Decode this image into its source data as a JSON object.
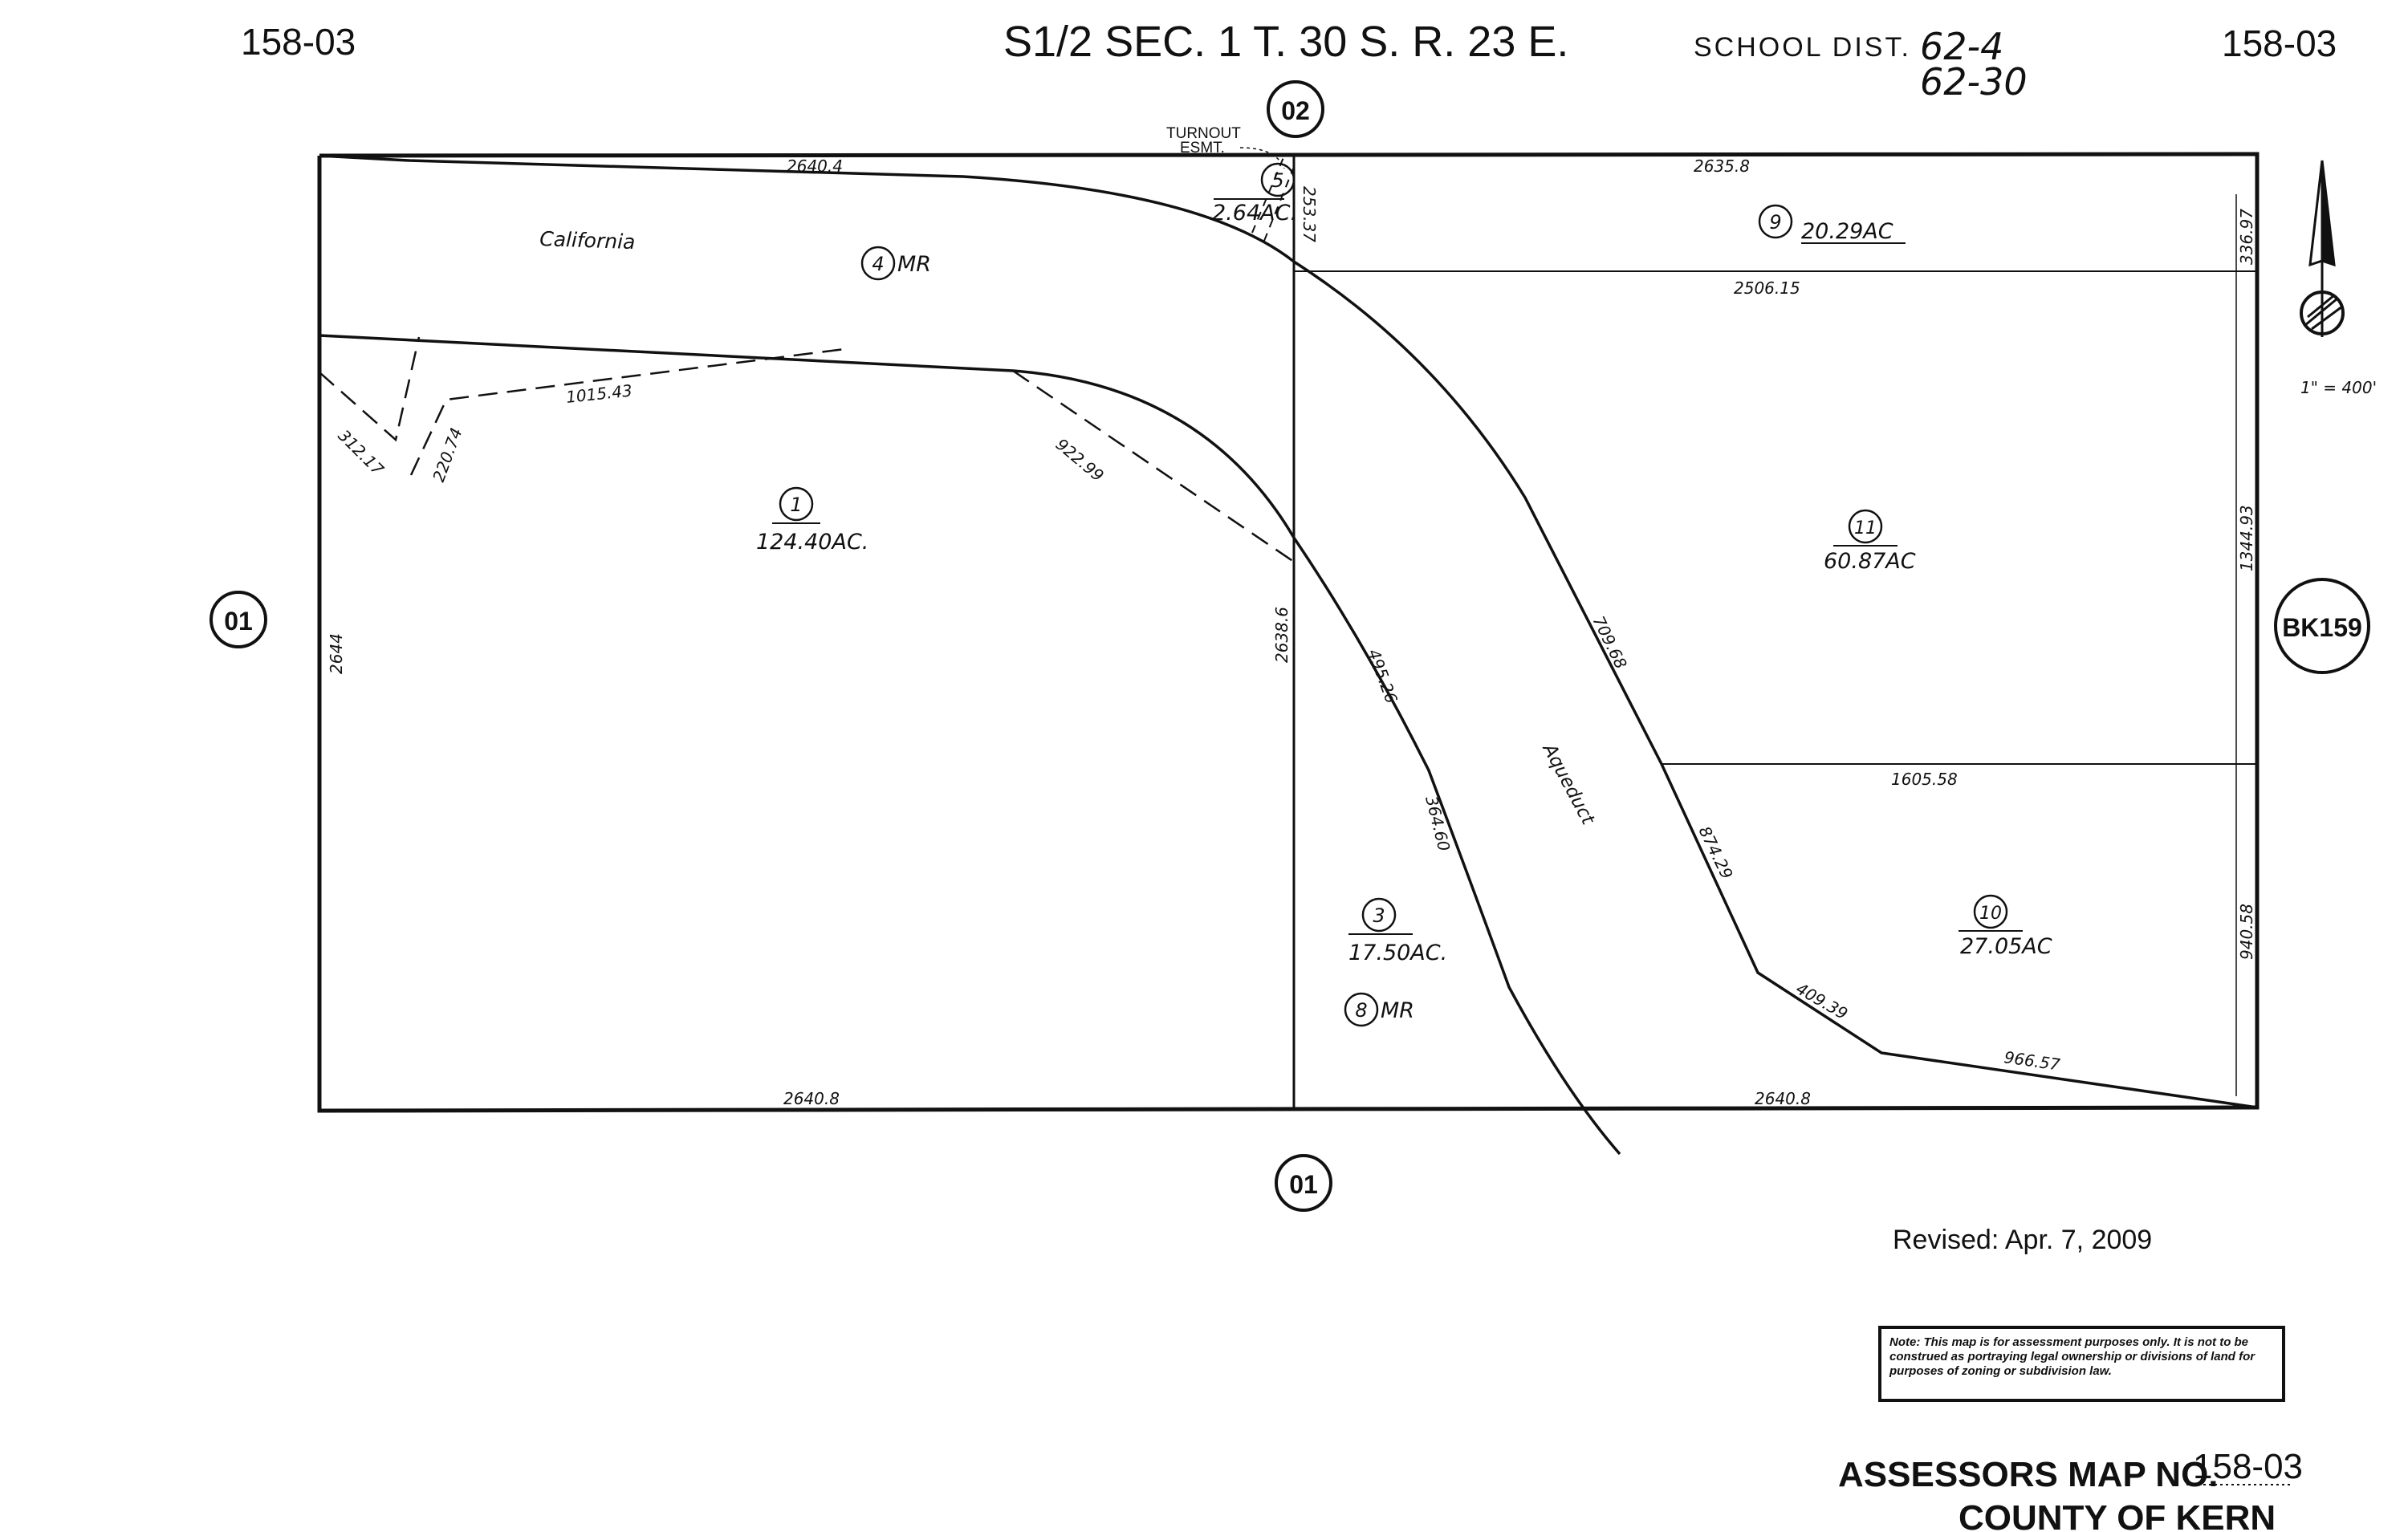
{
  "header": {
    "map_no_left": "158-03",
    "section_title": "S1/2 SEC. 1 T. 30 S. R. 23 E.",
    "school_dist_label": "SCHOOL DIST.",
    "school_dist_1": "62-4",
    "school_dist_2": "62-30",
    "map_no_right": "158-03"
  },
  "adjacent_maps": {
    "top": "02",
    "left": "01",
    "bottom": "01",
    "right": "BK159"
  },
  "scale": "1\" = 400'",
  "easement_label_1": "TURNOUT",
  "easement_label_2": "ESMT.",
  "area_labels": {
    "california": "California",
    "aqueduct": "Aqueduct"
  },
  "parcels": [
    {
      "num": "1",
      "acres": "124.40AC."
    },
    {
      "num": "3",
      "acres": "17.50AC."
    },
    {
      "num": "4",
      "tag": "MR"
    },
    {
      "num": "5",
      "acres": "2.64AC."
    },
    {
      "num": "8",
      "tag": "MR"
    },
    {
      "num": "9",
      "acres": "20.29AC"
    },
    {
      "num": "10",
      "acres": "27.05AC"
    },
    {
      "num": "11",
      "acres": "60.87AC"
    }
  ],
  "dimensions": {
    "top_left": "2640.4",
    "top_right": "2635.8",
    "bottom_left": "2640.8",
    "bottom_right": "2640.8",
    "left_side": "2644",
    "center_line": "2638.6",
    "p5_side": "253.37",
    "right_top": "336.97",
    "right_mid": "1344.93",
    "right_bottom": "940.58",
    "p9_bottom": "2506.15",
    "p10_top": "1605.58",
    "d1015": "1015.43",
    "d220": "220.74",
    "d312": "312.17",
    "d922": "922.99",
    "d495": "495.26",
    "d364": "364.60",
    "d709": "709.68",
    "d874": "874.29",
    "d409": "409.39",
    "d966": "966.57"
  },
  "revised": "Revised: Apr. 7, 2009",
  "note": "Note: This map is for assessment purposes only. It is not to be construed as portraying legal ownership or divisions of land for purposes of zoning or subdivision law.",
  "footer": {
    "assessors_label": "ASSESSORS MAP NO.",
    "assessors_no": "158-03",
    "county": "COUNTY OF KERN"
  }
}
